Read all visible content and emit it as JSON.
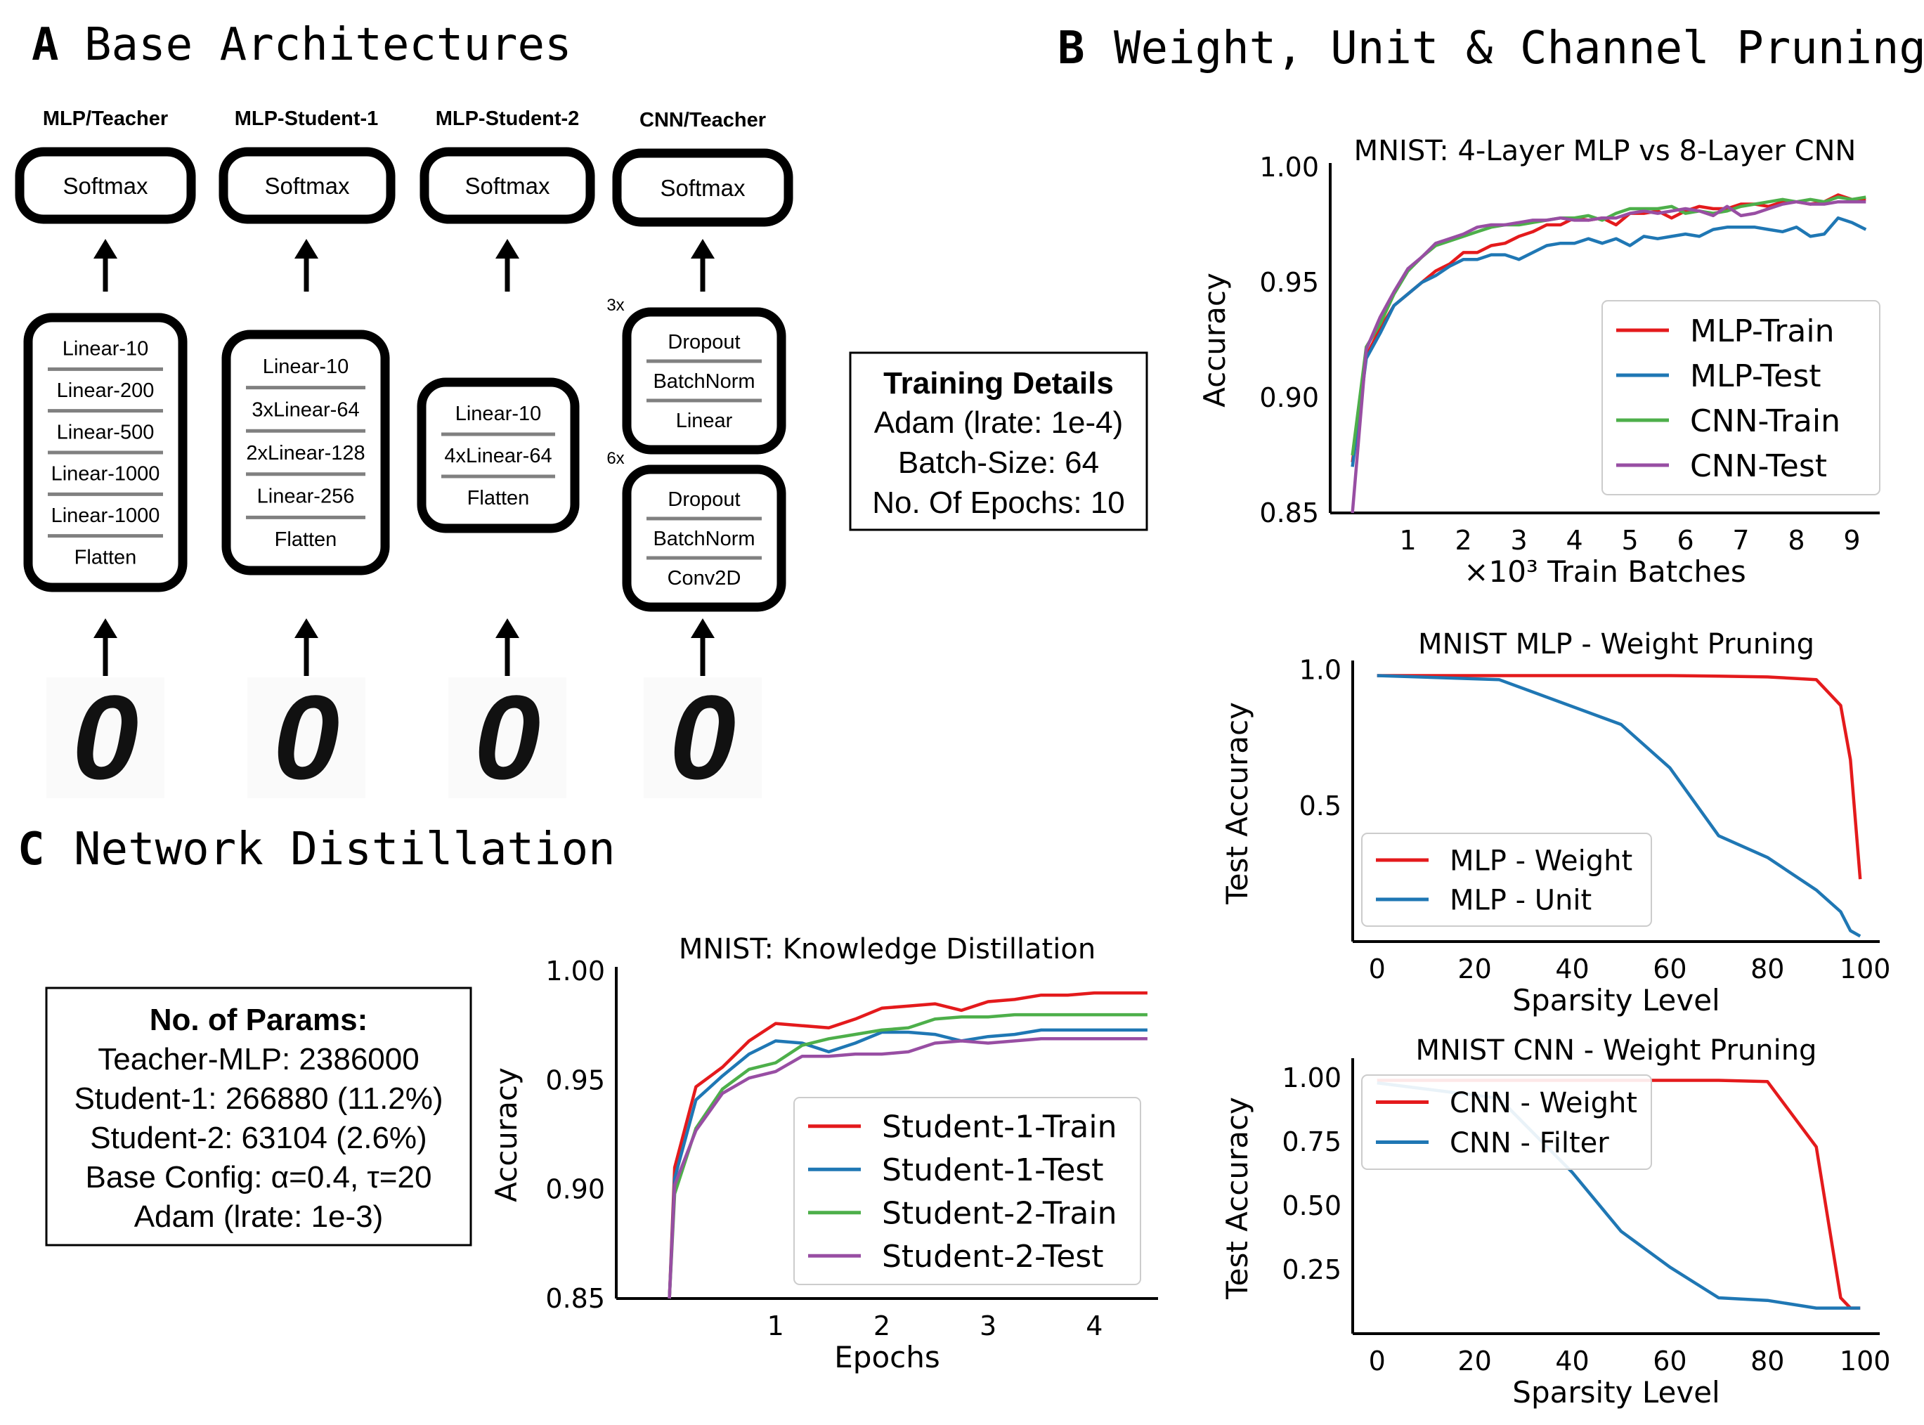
{
  "panels": {
    "a": {
      "letter": "A",
      "title": "Base Architectures"
    },
    "b": {
      "letter": "B",
      "title": "Weight, Unit & Channel Pruning"
    },
    "c": {
      "letter": "C",
      "title": "Network Distillation"
    }
  },
  "architectures": [
    {
      "name": "MLP/Teacher",
      "top": "Softmax",
      "layers": [
        "Linear-10",
        "Linear-200",
        "Linear-500",
        "Linear-1000",
        "Linear-1000",
        "Flatten"
      ]
    },
    {
      "name": "MLP-Student-1",
      "top": "Softmax",
      "layers": [
        "Linear-10",
        "3xLinear-64",
        "2xLinear-128",
        "Linear-256",
        "Flatten"
      ]
    },
    {
      "name": "MLP-Student-2",
      "top": "Softmax",
      "layers": [
        "Linear-10",
        "4xLinear-64",
        "Flatten"
      ]
    },
    {
      "name": "CNN/Teacher",
      "top": "Softmax",
      "block1": {
        "repeat": "3x",
        "layers": [
          "Dropout",
          "BatchNorm",
          "Linear"
        ]
      },
      "block2": {
        "repeat": "6x",
        "layers": [
          "Dropout",
          "BatchNorm",
          "Conv2D"
        ]
      }
    }
  ],
  "input_digit": "0",
  "training_details": {
    "title": "Training Details",
    "lines": [
      "Adam (lrate: 1e-4)",
      "Batch-Size: 64",
      "No. Of Epochs: 10"
    ]
  },
  "params_box": {
    "title": "No. of Params:",
    "lines": [
      "Teacher-MLP: 2386000",
      "Student-1: 266880 (11.2%)",
      "Student-2:  63104 (2.6%)",
      "Base Config: α=0.4, τ=20",
      "Adam (lrate: 1e-3)"
    ]
  },
  "colors": {
    "red": "#e41a1c",
    "blue": "#1f77b4",
    "green": "#4daf4a",
    "purple": "#984ea3"
  },
  "chart_data": [
    {
      "id": "mlp_vs_cnn",
      "type": "line",
      "title": "MNIST: 4-Layer MLP vs 8-Layer CNN",
      "xlabel": "×10³ Train Batches",
      "ylabel": "Accuracy",
      "xlim": [
        -0.4,
        9.5
      ],
      "ylim": [
        0.85,
        1.0
      ],
      "xticks": [
        "1",
        "2",
        "3",
        "4",
        "5",
        "6",
        "7",
        "8",
        "9"
      ],
      "yticks": [
        "0.85",
        "0.90",
        "0.95",
        "1.00"
      ],
      "legend_position": "right",
      "x": [
        0,
        0.25,
        0.5,
        0.75,
        1,
        1.25,
        1.5,
        1.75,
        2,
        2.25,
        2.5,
        2.75,
        3,
        3.25,
        3.5,
        3.75,
        4,
        4.25,
        4.5,
        4.75,
        5,
        5.25,
        5.5,
        5.75,
        6,
        6.25,
        6.5,
        6.75,
        7,
        7.25,
        7.5,
        7.75,
        8,
        8.25,
        8.5,
        8.75,
        9,
        9.25
      ],
      "series": [
        {
          "name": "MLP-Train",
          "color": "#e41a1c",
          "values": [
            0.872,
            0.918,
            0.93,
            0.94,
            0.945,
            0.95,
            0.955,
            0.958,
            0.963,
            0.963,
            0.966,
            0.967,
            0.97,
            0.972,
            0.975,
            0.975,
            0.978,
            0.977,
            0.978,
            0.975,
            0.98,
            0.98,
            0.981,
            0.978,
            0.981,
            0.983,
            0.982,
            0.982,
            0.984,
            0.984,
            0.983,
            0.985,
            0.985,
            0.984,
            0.985,
            0.988,
            0.986,
            0.986
          ]
        },
        {
          "name": "MLP-Test",
          "color": "#1f77b4",
          "values": [
            0.87,
            0.917,
            0.928,
            0.94,
            0.945,
            0.95,
            0.953,
            0.957,
            0.96,
            0.96,
            0.962,
            0.962,
            0.96,
            0.963,
            0.966,
            0.967,
            0.967,
            0.969,
            0.967,
            0.969,
            0.966,
            0.97,
            0.969,
            0.97,
            0.971,
            0.97,
            0.973,
            0.974,
            0.974,
            0.974,
            0.973,
            0.972,
            0.974,
            0.97,
            0.971,
            0.978,
            0.976,
            0.973
          ]
        },
        {
          "name": "CNN-Train",
          "color": "#4daf4a",
          "values": [
            0.875,
            0.922,
            0.932,
            0.945,
            0.955,
            0.961,
            0.966,
            0.968,
            0.97,
            0.972,
            0.974,
            0.975,
            0.975,
            0.976,
            0.977,
            0.978,
            0.978,
            0.979,
            0.977,
            0.98,
            0.982,
            0.982,
            0.982,
            0.983,
            0.98,
            0.981,
            0.98,
            0.981,
            0.983,
            0.984,
            0.985,
            0.986,
            0.985,
            0.986,
            0.985,
            0.987,
            0.986,
            0.987
          ]
        },
        {
          "name": "CNN-Test",
          "color": "#984ea3",
          "values": [
            0.85,
            0.921,
            0.935,
            0.946,
            0.956,
            0.961,
            0.967,
            0.969,
            0.971,
            0.974,
            0.975,
            0.975,
            0.976,
            0.977,
            0.977,
            0.978,
            0.977,
            0.977,
            0.978,
            0.978,
            0.98,
            0.981,
            0.98,
            0.981,
            0.982,
            0.981,
            0.979,
            0.983,
            0.979,
            0.98,
            0.982,
            0.984,
            0.985,
            0.984,
            0.984,
            0.985,
            0.985,
            0.985
          ]
        }
      ]
    },
    {
      "id": "mlp_weight_pruning",
      "type": "line",
      "title": "MNIST MLP - Weight Pruning",
      "xlabel": "Sparsity Level",
      "ylabel": "Test Accuracy",
      "xlim": [
        -5,
        103
      ],
      "ylim": [
        0,
        1.02
      ],
      "xticks": [
        "0",
        "20",
        "40",
        "60",
        "80",
        "100"
      ],
      "yticks": [
        "0.5",
        "1.0"
      ],
      "legend_position": "bottom-left",
      "series": [
        {
          "name": "MLP - Weight",
          "color": "#e41a1c",
          "x": [
            0,
            25,
            50,
            60,
            70,
            80,
            90,
            95,
            97,
            99
          ],
          "values": [
            0.98,
            0.98,
            0.98,
            0.98,
            0.978,
            0.975,
            0.965,
            0.87,
            0.67,
            0.23
          ]
        },
        {
          "name": "MLP - Unit",
          "color": "#1f77b4",
          "x": [
            0,
            25,
            50,
            60,
            70,
            80,
            90,
            95,
            97,
            99
          ],
          "values": [
            0.98,
            0.965,
            0.8,
            0.64,
            0.39,
            0.31,
            0.19,
            0.11,
            0.04,
            0.02
          ]
        }
      ]
    },
    {
      "id": "cnn_weight_pruning",
      "type": "line",
      "title": "MNIST CNN - Weight Pruning",
      "xlabel": "Sparsity Level",
      "ylabel": "Test Accuracy",
      "xlim": [
        -5,
        103
      ],
      "ylim": [
        0.0,
        1.06
      ],
      "xticks": [
        "0",
        "20",
        "40",
        "60",
        "80",
        "100"
      ],
      "yticks": [
        "0.25",
        "0.50",
        "0.75",
        "1.00"
      ],
      "legend_position": "top-left",
      "series": [
        {
          "name": "CNN - Weight",
          "color": "#e41a1c",
          "x": [
            0,
            25,
            50,
            60,
            70,
            80,
            90,
            95,
            97,
            99
          ],
          "values": [
            0.99,
            0.99,
            0.99,
            0.99,
            0.99,
            0.985,
            0.73,
            0.14,
            0.1,
            0.1
          ]
        },
        {
          "name": "CNN - Filter",
          "color": "#1f77b4",
          "x": [
            0,
            25,
            40,
            50,
            60,
            70,
            80,
            90,
            95,
            99
          ],
          "values": [
            0.98,
            0.92,
            0.63,
            0.4,
            0.26,
            0.14,
            0.13,
            0.1,
            0.1,
            0.1
          ]
        }
      ]
    },
    {
      "id": "knowledge_distillation",
      "type": "line",
      "title": "MNIST: Knowledge Distillation",
      "xlabel": "Epochs",
      "ylabel": "Accuracy",
      "xlim": [
        -0.5,
        4.6
      ],
      "ylim": [
        0.85,
        1.0
      ],
      "xticks": [
        "1",
        "2",
        "3",
        "4"
      ],
      "yticks": [
        "0.85",
        "0.90",
        "0.95",
        "1.00"
      ],
      "legend_position": "bottom-right",
      "x": [
        0,
        0.05,
        0.25,
        0.5,
        0.75,
        1.0,
        1.25,
        1.5,
        1.75,
        2.0,
        2.25,
        2.5,
        2.75,
        3.0,
        3.25,
        3.5,
        3.75,
        4.0,
        4.25,
        4.5
      ],
      "series": [
        {
          "name": "Student-1-Train",
          "color": "#e41a1c",
          "values": [
            0.85,
            0.91,
            0.947,
            0.956,
            0.968,
            0.976,
            0.975,
            0.974,
            0.978,
            0.983,
            0.984,
            0.985,
            0.982,
            0.986,
            0.987,
            0.989,
            0.989,
            0.99,
            0.99,
            0.99
          ]
        },
        {
          "name": "Student-1-Test",
          "color": "#1f77b4",
          "values": [
            0.85,
            0.905,
            0.941,
            0.952,
            0.962,
            0.968,
            0.967,
            0.963,
            0.967,
            0.972,
            0.972,
            0.971,
            0.968,
            0.97,
            0.971,
            0.973,
            0.973,
            0.973,
            0.973,
            0.973
          ]
        },
        {
          "name": "Student-2-Train",
          "color": "#4daf4a",
          "values": [
            0.85,
            0.898,
            0.928,
            0.946,
            0.955,
            0.958,
            0.966,
            0.969,
            0.971,
            0.973,
            0.974,
            0.978,
            0.979,
            0.979,
            0.98,
            0.98,
            0.98,
            0.98,
            0.98,
            0.98
          ]
        },
        {
          "name": "Student-2-Test",
          "color": "#984ea3",
          "values": [
            0.85,
            0.902,
            0.927,
            0.944,
            0.951,
            0.954,
            0.961,
            0.961,
            0.962,
            0.962,
            0.963,
            0.967,
            0.968,
            0.967,
            0.968,
            0.969,
            0.969,
            0.969,
            0.969,
            0.969
          ]
        }
      ]
    }
  ]
}
